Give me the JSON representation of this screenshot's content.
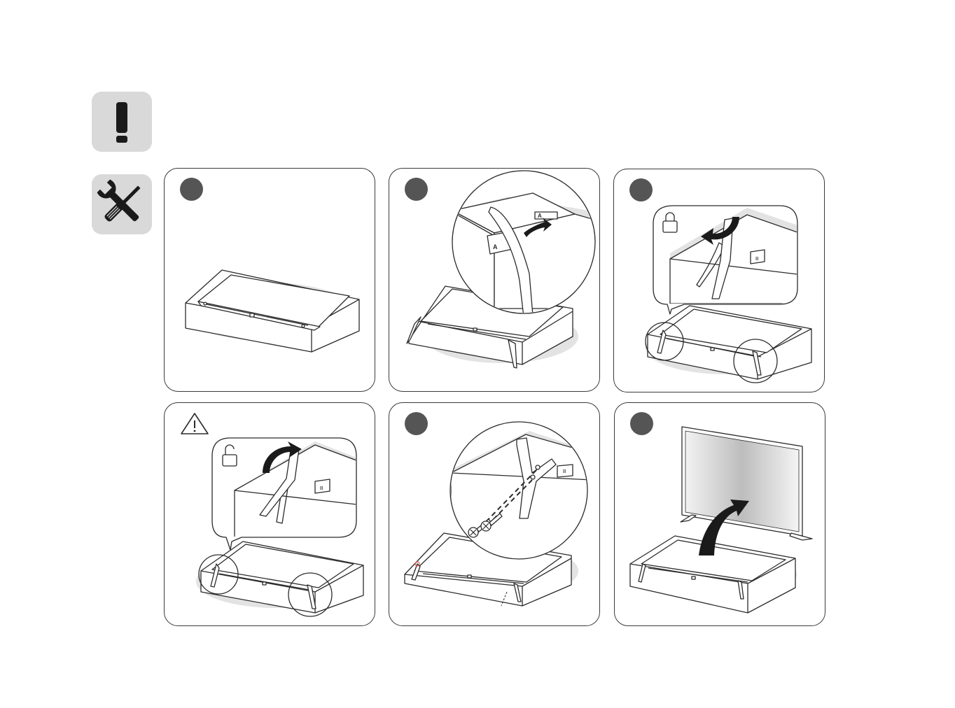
{
  "colors": {
    "icon_bg": "#d9d9d9",
    "badge_bg": "#555555",
    "line": "#2b2b2b",
    "shade": "#e3e3e3",
    "screw_mark": "#d9534f"
  },
  "side_icons": [
    {
      "name": "exclamation-icon"
    },
    {
      "name": "screwdriver-wrench-icon"
    }
  ],
  "panels": [
    {
      "step": "",
      "icon": "step-badge"
    },
    {
      "step": "",
      "icon": "step-badge"
    },
    {
      "step": "",
      "icon": "step-badge"
    },
    {
      "step": "",
      "icon": "warning-triangle-icon"
    },
    {
      "step": "",
      "icon": "step-badge"
    },
    {
      "step": "",
      "icon": "step-badge"
    }
  ],
  "labels": {
    "stand_part": "A",
    "tv_slot": "A",
    "stand_part_b": "B"
  }
}
